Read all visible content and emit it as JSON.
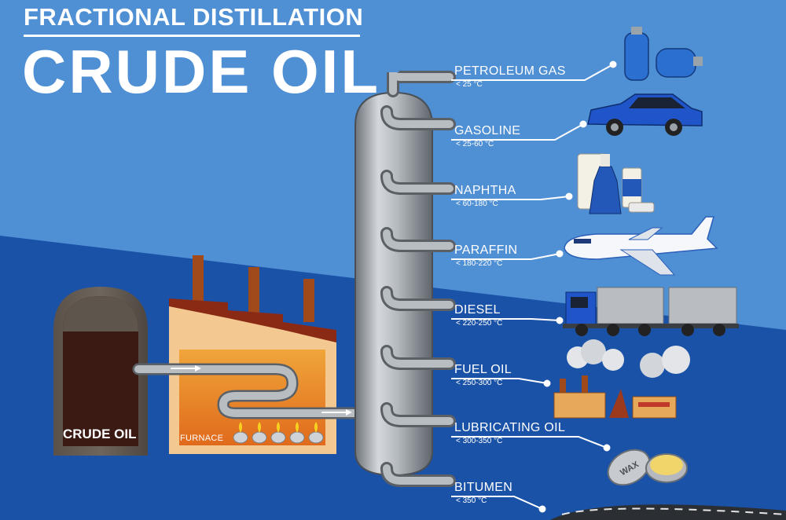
{
  "header": {
    "subtitle": "FRACTIONAL DISTILLATION",
    "title": "CRUDE OIL"
  },
  "source": {
    "tank_label": "CRUDE OIL",
    "furnace_label": "FURNACE"
  },
  "fractions": [
    {
      "name": "PETROLEUM GAS",
      "temp": "< 25 °C",
      "icon": "gas-cylinder-icon"
    },
    {
      "name": "GASOLINE",
      "temp": "< 25-60 °C",
      "icon": "car-icon"
    },
    {
      "name": "NAPHTHA",
      "temp": "< 60-180 °C",
      "icon": "solvent-bottles-icon"
    },
    {
      "name": "PARAFFIN",
      "temp": "< 180-220 °C",
      "icon": "airplane-icon"
    },
    {
      "name": "DIESEL",
      "temp": "< 220-250 °C",
      "icon": "truck-icon"
    },
    {
      "name": "FUEL OIL",
      "temp": "< 250-300 °C",
      "icon": "factory-smoke-icon"
    },
    {
      "name": "LUBRICATING OIL",
      "temp": "< 300-350 °C",
      "icon": "wax-tin-icon"
    },
    {
      "name": "BITUMEN",
      "temp": "< 350 °C",
      "icon": "road-icon"
    }
  ],
  "colors": {
    "sky_top": "#4f8fd4",
    "sky_bottom": "#1a52a8",
    "column": "#a8adb2",
    "pipe": "#8a8f95",
    "tank_oil": "#3a1a12",
    "furnace": "#e8962a",
    "factory": "#f3c891"
  }
}
